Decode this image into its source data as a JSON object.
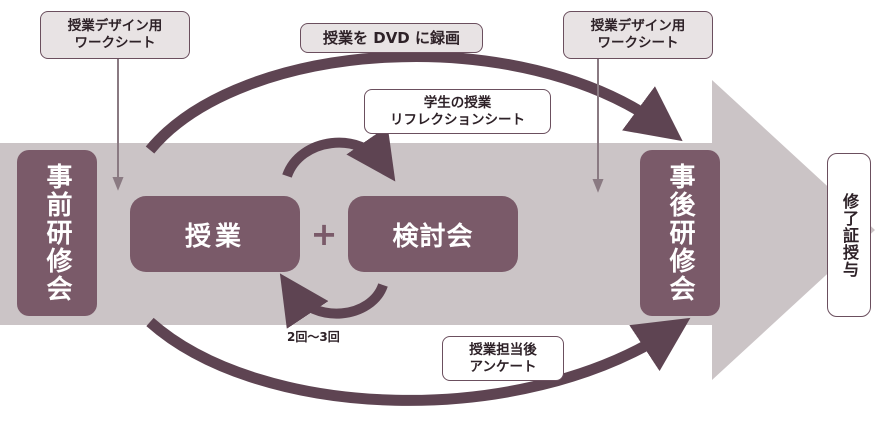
{
  "diagram": {
    "labels": {
      "design_sheet_left": [
        "授業デザイン用",
        "ワークシート"
      ],
      "record_dvd": "授業を DVD に録画",
      "design_sheet_right": [
        "授業デザイン用",
        "ワークシート"
      ],
      "student_reflection": [
        "学生の授業",
        "リフレクションシート"
      ],
      "survey": [
        "授業担当後",
        "アンケート"
      ],
      "repeat_count": "2回〜3回"
    },
    "boxes": {
      "pre_training": "事前研修会",
      "lesson": "授業",
      "plus": "+",
      "review": "検討会",
      "post_training": "事後研修会",
      "certificate": "修了証授与"
    }
  }
}
